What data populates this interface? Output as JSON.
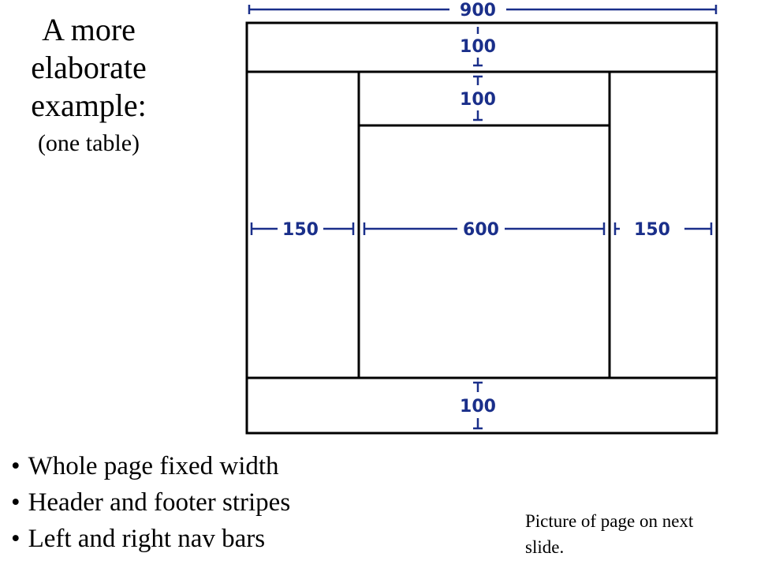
{
  "title": {
    "lines": [
      "A more",
      "elaborate",
      "example:"
    ],
    "subtitle": "(one table)"
  },
  "diagram": {
    "line_color": "#1a2f8a",
    "border_color": "#000000",
    "dimensions": {
      "total_width": "900",
      "header_height": "100",
      "subheader_height": "100",
      "left_nav_width": "150",
      "content_width": "600",
      "right_nav_width": "150",
      "footer_height": "100"
    }
  },
  "bullets": [
    "Whole page fixed width",
    "Header and footer stripes",
    "Left and right nav bars"
  ],
  "note": "Picture of page on next slide."
}
